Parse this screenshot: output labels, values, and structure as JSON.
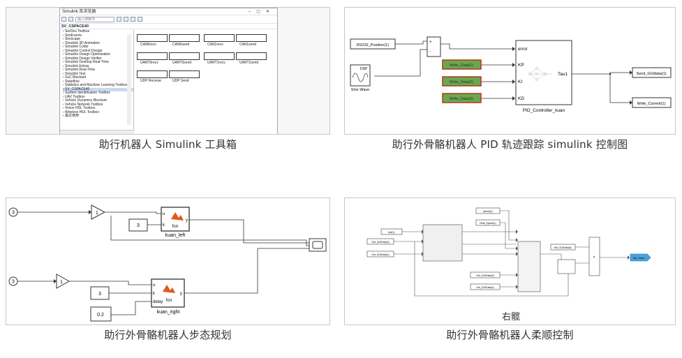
{
  "captions": {
    "p1": "助行机器人 Simulink 工具箱",
    "p2": "助行外骨骼机器人 PID 轨迹跟踪 simulink 控制图",
    "p3": "助行外骨骼机器人步态规划",
    "p4": "助行外骨骼机器人柔顺控制"
  },
  "browser": {
    "title": "Simulink 库浏览器",
    "search_placeholder": "输入搜索项",
    "path": "SV_CSPACE40",
    "tree": [
      "SerDes Toolbox",
      "SimEvents",
      "Simscape",
      "Simulink 3D Animation",
      "Simulink Coder",
      "Simulink Control Design",
      "Simulink Design Optimization",
      "Simulink Design Verifier",
      "Simulink Desktop Real-Time",
      "Simulink Extras",
      "Simulink Real-Time",
      "Simulink Test",
      "SoC Blockset",
      "Stateflow",
      "Statistics and Machine Learning Toolbox",
      "SV_CSPACE40",
      "System Identification Toolbox",
      "UAV Toolbox",
      "Vehicle Dynamics Blockset",
      "Vehicle Network Toolbox",
      "Vision HDL Toolbox",
      "Wireless HDL Toolbox",
      "最近使用"
    ],
    "selected_index": 15,
    "blocks": [
      "CAN0recv",
      "CAN0send",
      "CAN1recv",
      "CAN1send",
      "UART0recv",
      "UART0send",
      "UART1recv",
      "UART1send",
      "UDP Receive",
      "UDP Send"
    ]
  },
  "pid": {
    "input": "RS232_Position(1)",
    "sine_label": "Sine Wave",
    "sine_icon": "DSP",
    "gains": [
      "Write_Data(1)",
      "Write_Data(2)",
      "Write_Data(3)"
    ],
    "ports": [
      "error",
      "KP",
      "KI",
      "KD"
    ],
    "out_port": "Tau1",
    "controller": "PID_Controller_kuan",
    "outputs": [
      "Send_GUIdata(1)",
      "Write_Current(1)"
    ]
  },
  "gait": {
    "const_in": "3",
    "gain": "1",
    "k_const": "3",
    "fcn": "fcn",
    "left": "kuan_left",
    "right": "kuan_right",
    "delay_const": "0.2",
    "ports_left": [
      "u",
      "k"
    ],
    "ports_right": [
      "u",
      "k",
      "delay"
    ],
    "out": "y"
  },
  "compliant": {
    "label": "右髋",
    "blocks_top": [
      "jiaodu(1)",
      "Real_Speed(1)"
    ],
    "inputs": [
      "Get_GUIData(2)",
      "Get_GUIData(1)",
      "Get_GUIData(3)",
      "Get_GUIData(4)",
      "Get_GUIData(5)"
    ],
    "gain_top": "fpd(1)",
    "out_tag": "Set_Ocmd"
  }
}
